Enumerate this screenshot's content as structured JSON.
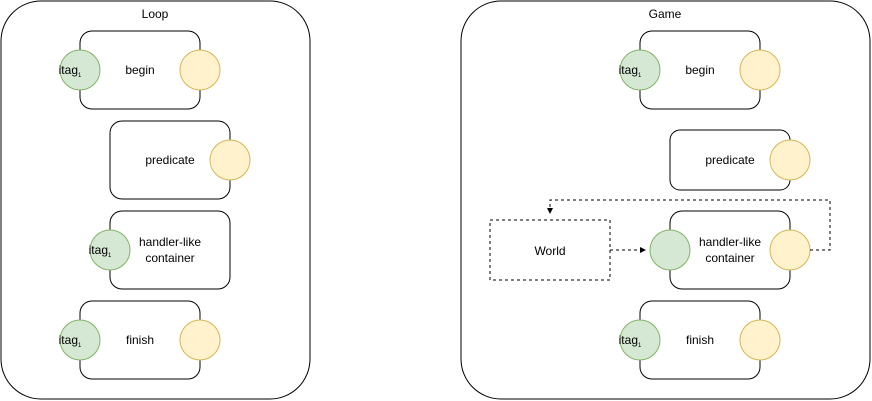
{
  "panels": {
    "loop": {
      "title": "Loop",
      "begin": {
        "label": "begin",
        "tag": "itag",
        "tag_sub": "1"
      },
      "predicate": {
        "label": "predicate"
      },
      "handler": {
        "line1": "handler-like",
        "line2": "container",
        "tag": "itag",
        "tag_sub": "1"
      },
      "finish": {
        "label": "finish",
        "tag": "itag",
        "tag_sub": "1"
      }
    },
    "game": {
      "title": "Game",
      "begin": {
        "label": "begin",
        "tag": "itag",
        "tag_sub": "1"
      },
      "predicate": {
        "label": "predicate"
      },
      "handler": {
        "line1": "handler-like",
        "line2": "container"
      },
      "world": {
        "label": "World"
      },
      "finish": {
        "label": "finish",
        "tag": "itag",
        "tag_sub": "1"
      }
    }
  },
  "colors": {
    "green_fill": "#d5e8d4",
    "green_stroke": "#82b366",
    "yellow_fill": "#fff2cc",
    "yellow_stroke": "#d6b656"
  }
}
